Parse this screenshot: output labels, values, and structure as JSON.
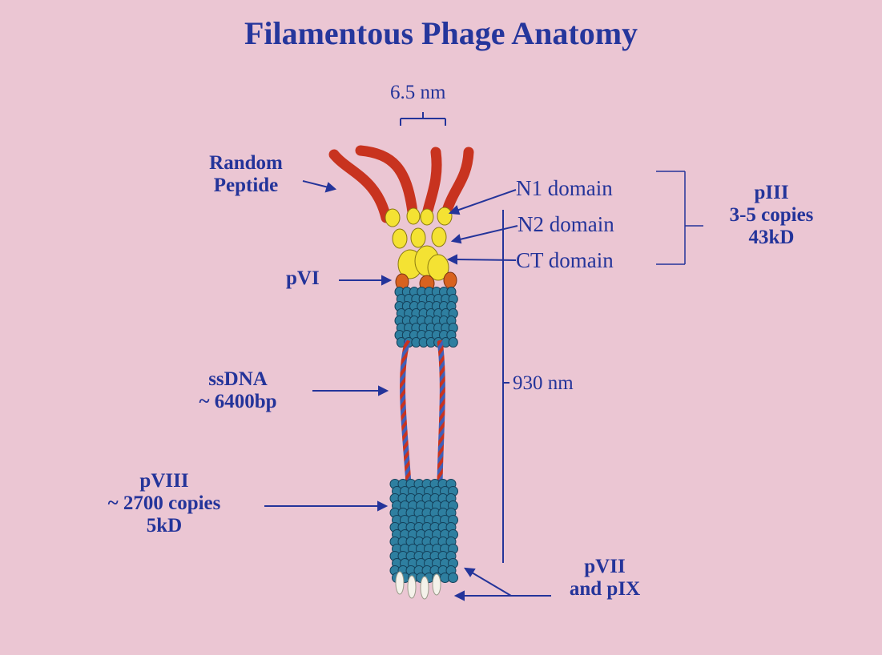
{
  "title": "Filamentous Phage Anatomy",
  "width_label": "6.5 nm",
  "length_label": "930 nm",
  "labels": {
    "random_peptide": [
      "Random",
      "Peptide"
    ],
    "pvi": "pVI",
    "ssdna": [
      "ssDNA",
      "~ 6400bp"
    ],
    "pviii": [
      "pVIII",
      "~ 2700 copies",
      "5kD"
    ],
    "pvii_pix": [
      "pVII",
      "and pIX"
    ],
    "n1": "N1 domain",
    "n2": "N2 domain",
    "ct": "CT domain",
    "piii": [
      "pIII",
      "3-5 copies",
      "43kD"
    ]
  },
  "colors": {
    "background": "#ebc6d3",
    "text": "#24349a",
    "peptide": "#c8331f",
    "domain": "#f4e233",
    "pvi": "#d8621f",
    "coat": "#2e7fa0",
    "tip": "#f4f2ea"
  }
}
